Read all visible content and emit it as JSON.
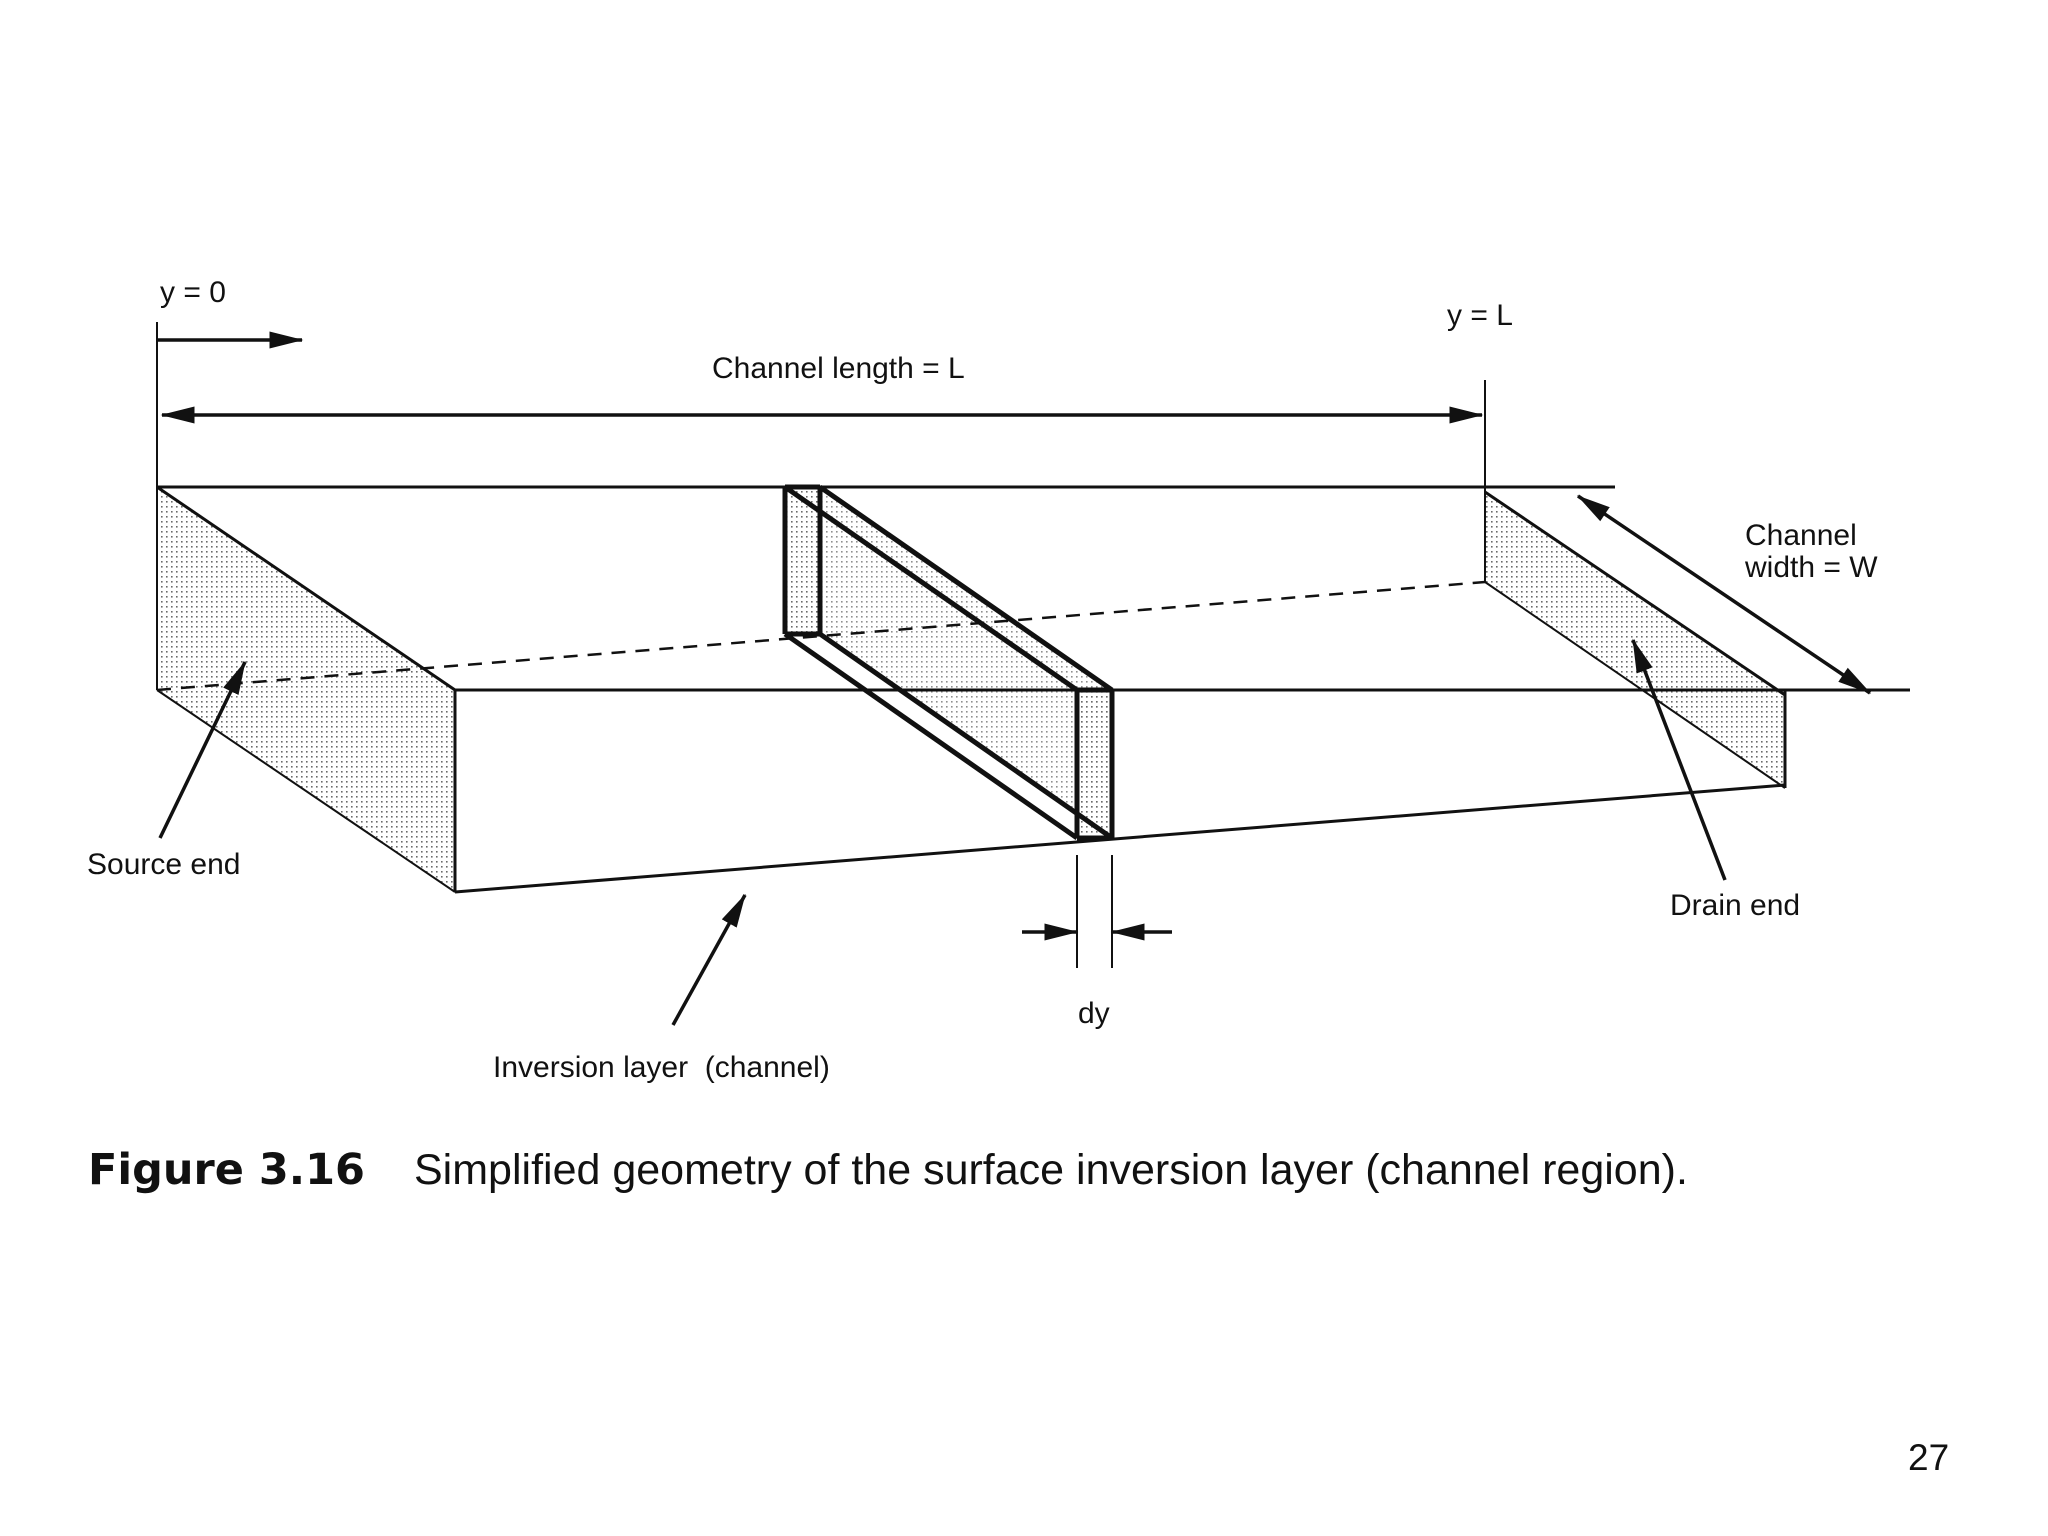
{
  "figure": {
    "labels": {
      "y0": "y = 0",
      "yL": "y = L",
      "channel_length": "Channel length = L",
      "channel_width_line1": "Channel",
      "channel_width_line2": "width = W",
      "source_end": "Source end",
      "drain_end": "Drain end",
      "dy": "dy",
      "inversion_layer": "Inversion layer  (channel)"
    },
    "caption": {
      "number": "Figure 3.16",
      "text": "Simplified geometry of the surface inversion layer (channel region)."
    },
    "page_number": "27"
  }
}
